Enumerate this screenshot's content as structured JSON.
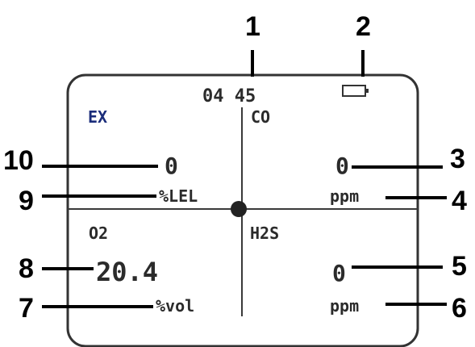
{
  "screen": {
    "time": "04 45",
    "battery_icon": "battery-icon",
    "colors": {
      "frame": "#333333",
      "divider": "#3a3a3a",
      "ex_label": "#1a2c7a",
      "text": "#2b2b2b",
      "callout": "#000000"
    },
    "quadrants": {
      "top_left": {
        "gas": "EX",
        "value": "0",
        "unit": "%LEL"
      },
      "top_right": {
        "gas": "CO",
        "value": "0",
        "unit": "ppm"
      },
      "bottom_left": {
        "gas": "O2",
        "value": "20.4",
        "unit": "%vol"
      },
      "bottom_right": {
        "gas": "H2S",
        "value": "0",
        "unit": "ppm"
      }
    }
  },
  "callouts": {
    "c1": "1",
    "c2": "2",
    "c3": "3",
    "c4": "4",
    "c5": "5",
    "c6": "6",
    "c7": "7",
    "c8": "8",
    "c9": "9",
    "c10": "10"
  }
}
